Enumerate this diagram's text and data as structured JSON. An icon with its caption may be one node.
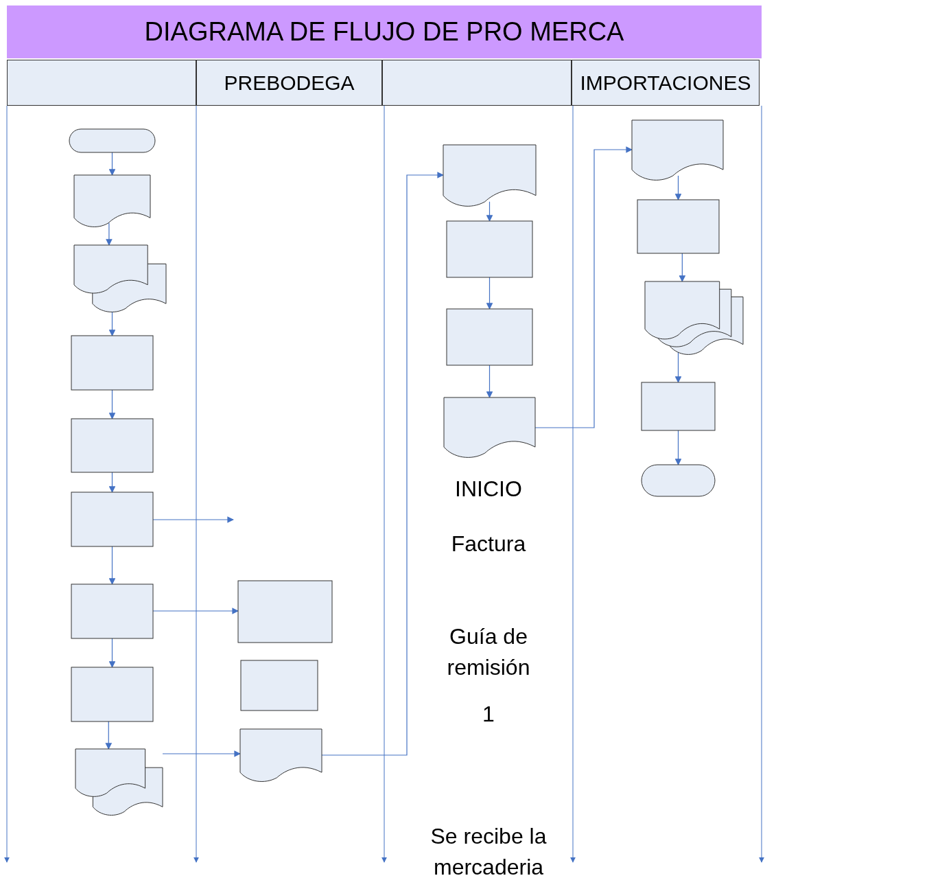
{
  "diagram": {
    "title": "DIAGRAMA DE FLUJO DE PRO MERCA",
    "nodes": [
      {
        "text": [],
        "shape": "box"
      },
      {
        "text": [
          "PREBODEGA"
        ]
      },
      {
        "text": [],
        "shape": "box"
      },
      {
        "text": [
          "IMPORTACIONES"
        ]
      },
      {
        "text": [],
        "shape": "terminator"
      },
      {
        "text": [],
        "shape": "document"
      },
      {
        "text": [],
        "shape": "documents"
      },
      {
        "text": [],
        "shape": "box"
      },
      {
        "text": [],
        "shape": "box"
      },
      {
        "text": [],
        "shape": "box"
      },
      {
        "text": [],
        "shape": "box"
      },
      {
        "text": [],
        "shape": "box"
      },
      {
        "text": [],
        "shape": "documents"
      },
      {
        "text": [],
        "shape": "box"
      },
      {
        "text": [],
        "shape": "box"
      },
      {
        "text": [],
        "shape": "document"
      },
      {
        "text": [],
        "shape": "document"
      },
      {
        "text": [],
        "shape": "box"
      },
      {
        "text": [],
        "shape": "box"
      },
      {
        "text": [],
        "shape": "document"
      },
      {
        "text": [],
        "shape": "document"
      },
      {
        "text": [],
        "shape": "box"
      },
      {
        "text": [],
        "shape": "documents"
      },
      {
        "text": [],
        "shape": "box"
      },
      {
        "text": [],
        "shape": "terminator"
      }
    ],
    "edges": [
      {
        "from": 4,
        "to": 5,
        "arrow": "to"
      },
      {
        "from": 5,
        "to": 6,
        "arrow": "to"
      },
      {
        "from": 6,
        "to": 7,
        "arrow": "to"
      },
      {
        "from": 7,
        "to": 8,
        "arrow": "to"
      },
      {
        "from": 8,
        "to": 9,
        "arrow": "to"
      },
      {
        "from": 9,
        "to": null,
        "arrow": "to"
      },
      {
        "from": 9,
        "to": 10,
        "arrow": "to"
      },
      {
        "from": 10,
        "to": 13,
        "arrow": "to"
      },
      {
        "from": 10,
        "to": 11,
        "arrow": "to"
      },
      {
        "from": 11,
        "to": 12,
        "arrow": "to"
      },
      {
        "from": 12,
        "to": 15,
        "arrow": "to"
      },
      {
        "from": 15,
        "to": 16,
        "arrow": "to"
      },
      {
        "from": 16,
        "to": 17,
        "arrow": "to"
      },
      {
        "from": 17,
        "to": 18,
        "arrow": "to"
      },
      {
        "from": 18,
        "to": 19,
        "arrow": "to"
      },
      {
        "from": 19,
        "to": 20,
        "arrow": "to"
      },
      {
        "from": 20,
        "to": 21,
        "arrow": "to"
      },
      {
        "from": 21,
        "to": 22,
        "arrow": "to"
      },
      {
        "from": 22,
        "to": 23,
        "arrow": "to"
      },
      {
        "from": 23,
        "to": 24,
        "arrow": "to"
      }
    ],
    "labels": [
      "INICIO",
      "Factura",
      "Guía de remisión",
      "1",
      "Se recibe la mercaderia"
    ]
  }
}
